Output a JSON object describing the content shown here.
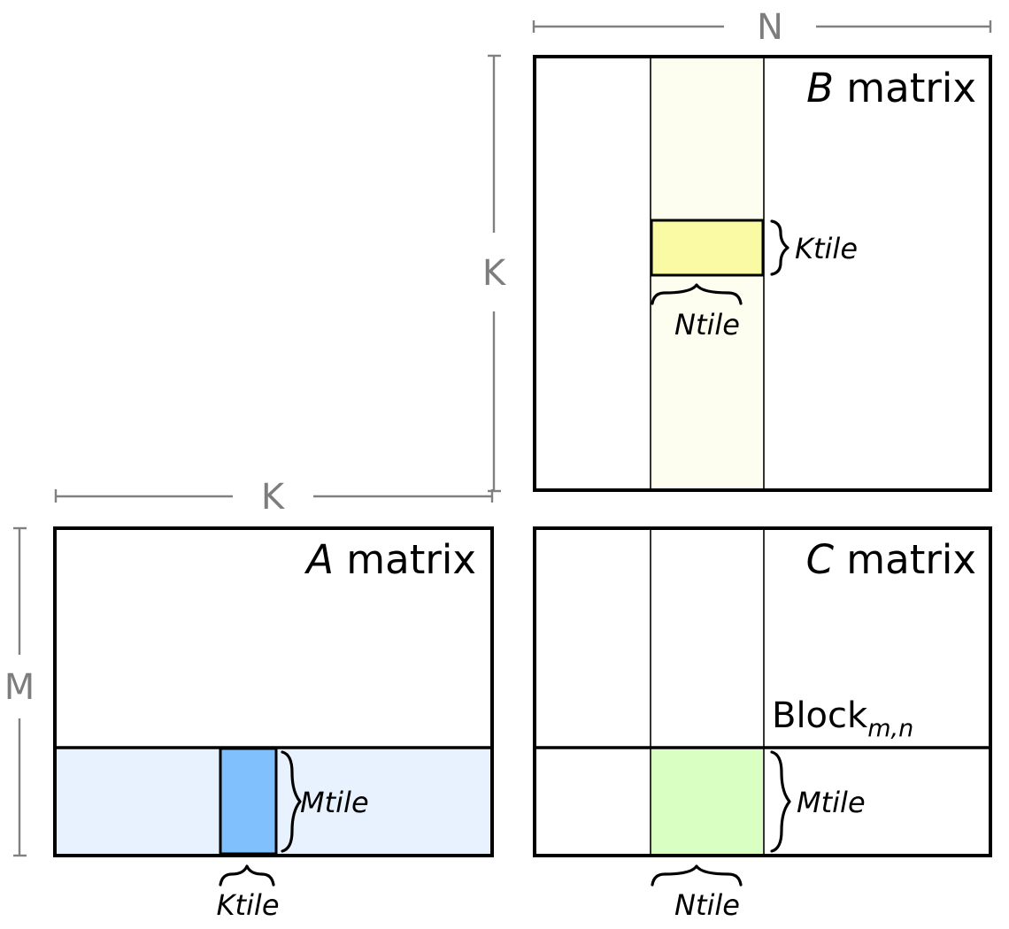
{
  "diagram": {
    "title": "Tiled matrix multiplication blocking diagram",
    "colors": {
      "tile_b_fill": "#FAFAA5",
      "band_b_fill": "#FEFEF0",
      "tile_a_fill": "#80C0FC",
      "band_a_fill": "#E8F2FE",
      "tile_c_fill": "#D9FFC2",
      "outline": "#000000",
      "dimension_line": "#808080",
      "dimension_text": "#7D7D7D",
      "background": "#FFFFFF"
    }
  },
  "matrices": {
    "b": {
      "name_italic": "B",
      "name_rest": " matrix",
      "highlight_band": "Ntile column band",
      "tile": "Ktile x Ntile tile"
    },
    "a": {
      "name_italic": "A",
      "name_rest": " matrix",
      "highlight_band": "Mtile row band",
      "tile": "Mtile x Ktile tile"
    },
    "c": {
      "name_italic": "C",
      "name_rest": " matrix",
      "block_label_main": "Block",
      "block_label_sub": "m,n",
      "tile": "Mtile x Ntile tile"
    }
  },
  "dimensions": {
    "n": "N",
    "k_vertical": "K",
    "k_horizontal": "K",
    "m": "M"
  },
  "tile_labels": {
    "b_ktile": "Ktile",
    "b_ntile": "Ntile",
    "a_mtile": "Mtile",
    "a_ktile": "Ktile",
    "c_mtile": "Mtile",
    "c_ntile": "Ntile"
  }
}
